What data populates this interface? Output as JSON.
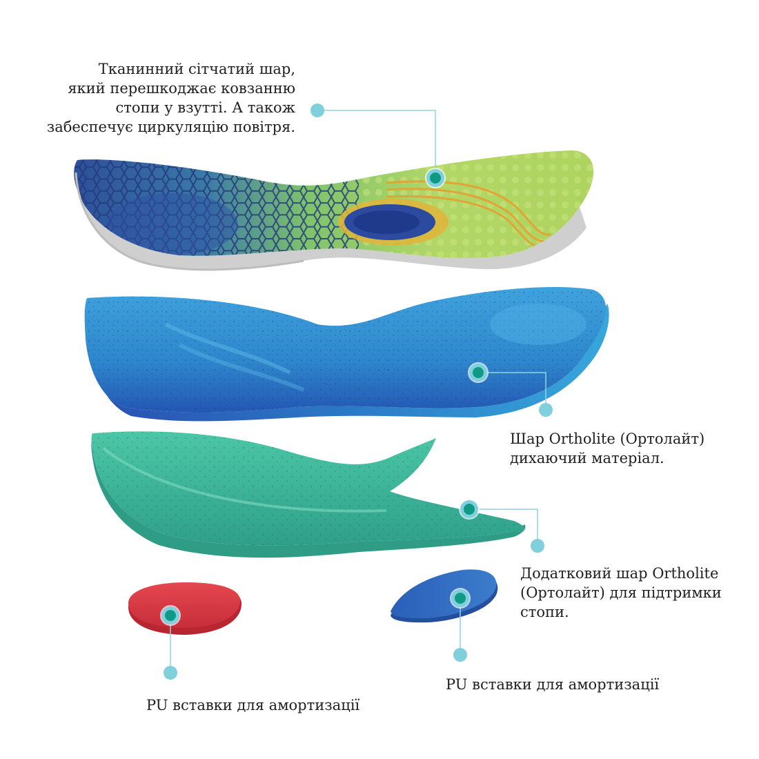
{
  "labels": {
    "mesh_layer": [
      "Тканинний сітчатий шар,",
      "який перешкоджає ковзанню",
      "стопи у взутті. А також",
      "забеспечує циркуляцію повітря."
    ],
    "ortholite_layer": [
      "Шар Ortholite (Ортолайт)",
      "дихаючий матеріал."
    ],
    "support_layer": [
      "Додатковий шар Ortholite",
      "(Ортолайт) для підтримки",
      "стопи."
    ],
    "pu_insert_left": "PU вставки для амортизації",
    "pu_insert_right": "PU вставки для амортизації"
  },
  "colors": {
    "leader": "#8fd3df",
    "marker_outer": "#7fcfdc",
    "marker_inner": "#0f9a86",
    "mesh_green": "#a9d45a",
    "mesh_blue": "#2a5fa8",
    "ortholite_blue": "#2f8fd3",
    "support_teal": "#3cb596",
    "pu_red": "#dc3b45",
    "pu_blue": "#2f6cc0",
    "base_grey": "#d9d9d9"
  }
}
